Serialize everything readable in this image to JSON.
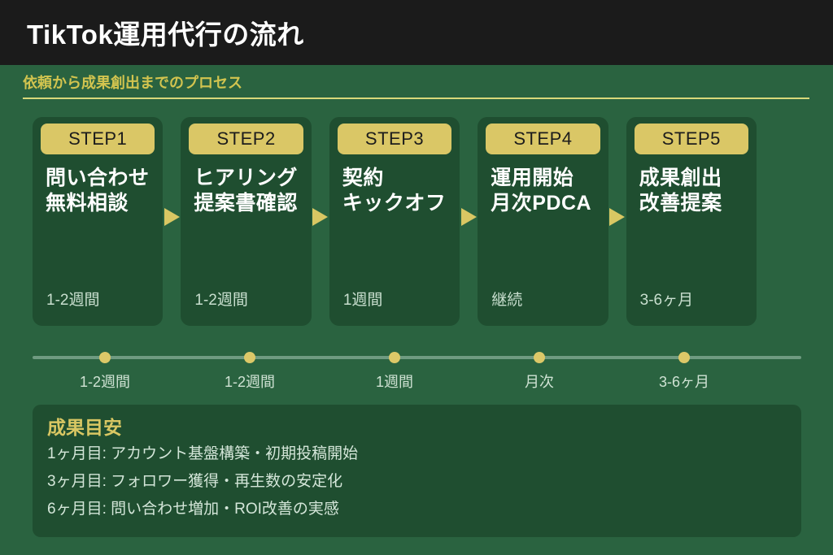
{
  "header": {
    "title": "TikTok運用代行の流れ"
  },
  "subtitle": {
    "text": "依頼から成果創出までのプロセス"
  },
  "steps": [
    {
      "badge": "STEP1",
      "title_lines": [
        "問い合わせ",
        "無料相談"
      ],
      "duration": "1-2週間"
    },
    {
      "badge": "STEP2",
      "title_lines": [
        "ヒアリング",
        "提案書確認"
      ],
      "duration": "1-2週間"
    },
    {
      "badge": "STEP3",
      "title_lines": [
        "契約",
        "キックオフ"
      ],
      "duration": "1週間"
    },
    {
      "badge": "STEP4",
      "title_lines": [
        "運用開始",
        "月次PDCA"
      ],
      "duration": "継続"
    },
    {
      "badge": "STEP5",
      "title_lines": [
        "成果創出",
        "改善提案"
      ],
      "duration": "3-6ヶ月"
    }
  ],
  "timeline": {
    "labels": [
      "1-2週間",
      "1-2週間",
      "1週間",
      "月次",
      "3-6ヶ月"
    ]
  },
  "summary": {
    "heading": "成果目安",
    "lines": [
      "1ヶ月目: アカウント基盤構築・初期投稿開始",
      "3ヶ月目: フォロワー獲得・再生数の安定化",
      "6ヶ月目: 問い合わせ増加・ROI改善の実感"
    ]
  },
  "colors": {
    "page_background": "#2a6340",
    "card_background": "#1f4e30",
    "header_background": "#1b1b1b",
    "badge_gold": "#dac766",
    "subtitle_gold": "#d2c44f",
    "underline_yellow": "#d8d87a",
    "arrow_gold": "#d9c763",
    "dot_gold": "#dcc868",
    "timeline_line_green": "#6f9b81",
    "light_text_green": "#cfe2d3",
    "title_white": "#ffffff"
  }
}
